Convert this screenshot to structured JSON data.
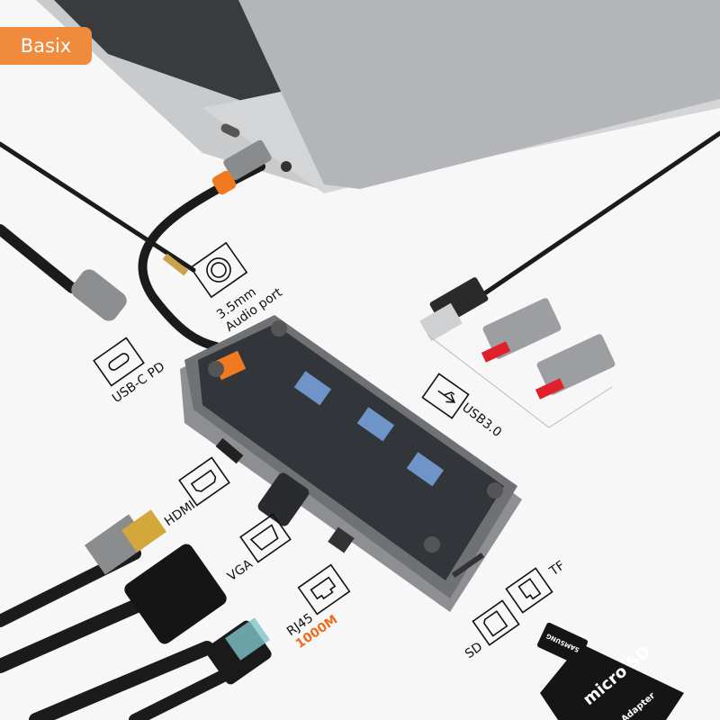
{
  "brand": {
    "name": "Basix",
    "color": "#f08a3c"
  },
  "ports": [
    {
      "label": "USB-C PD",
      "icon": "usb-c-icon"
    },
    {
      "label": "3.5mm",
      "label2": "Audio port",
      "icon": "audio-jack-icon"
    },
    {
      "label": "USB3.0",
      "icon": "usb-icon"
    },
    {
      "label": "HDMI",
      "icon": "hdmi-icon"
    },
    {
      "label": "VGA",
      "icon": "vga-icon"
    },
    {
      "label": "RJ45",
      "sub": "1000M",
      "icon": "ethernet-icon"
    },
    {
      "label": "SD",
      "icon": "sd-card-icon"
    },
    {
      "label": "TF",
      "icon": "tf-card-icon"
    }
  ],
  "accent": "#f06a1c",
  "card": {
    "brand": "SAMSUNG",
    "logo": "micro SD",
    "adapter": "Adapter"
  }
}
